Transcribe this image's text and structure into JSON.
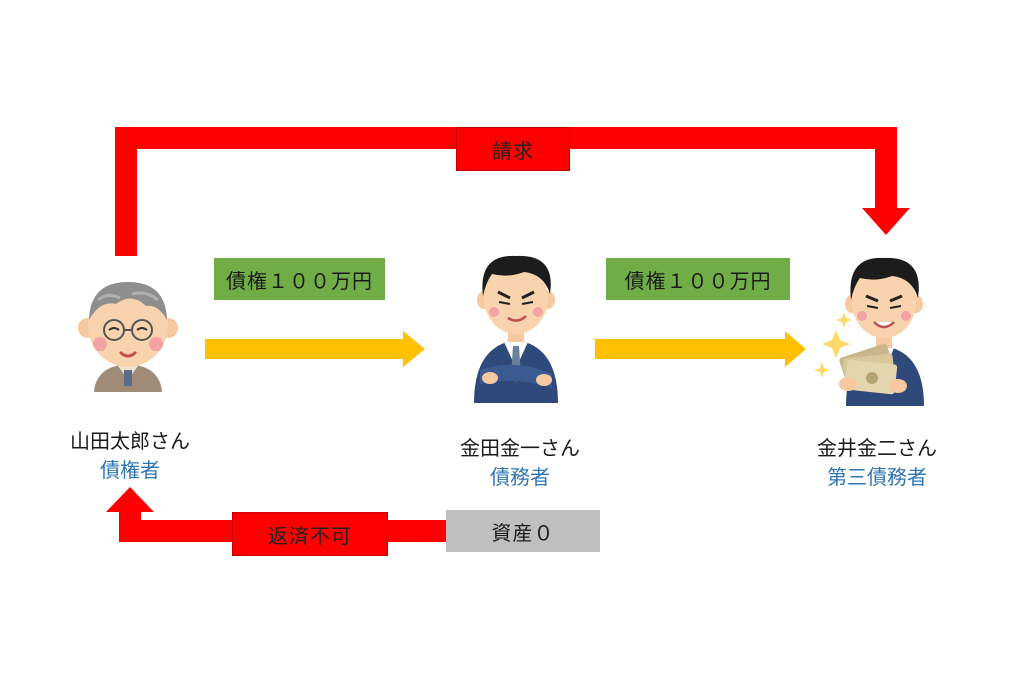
{
  "colors": {
    "red": "#ff0000",
    "yellow": "#ffc000",
    "green": "#70ad47",
    "gray": "#bfbfbf",
    "role_blue": "#2e75b6"
  },
  "claim_label": "請求",
  "transfer_labels": {
    "first": "債権１００万円",
    "second": "債権１００万円"
  },
  "repay_label": "返済不可",
  "assets_label": "資産０",
  "people": [
    {
      "name": "山田太郎さん",
      "role": "債権者",
      "icon": "elderly-man-icon"
    },
    {
      "name": "金田金一さん",
      "role": "債務者",
      "icon": "businessman-arms-crossed-icon"
    },
    {
      "name": "金井金二さん",
      "role": "第三債務者",
      "icon": "businessman-holding-cash-icon"
    }
  ]
}
